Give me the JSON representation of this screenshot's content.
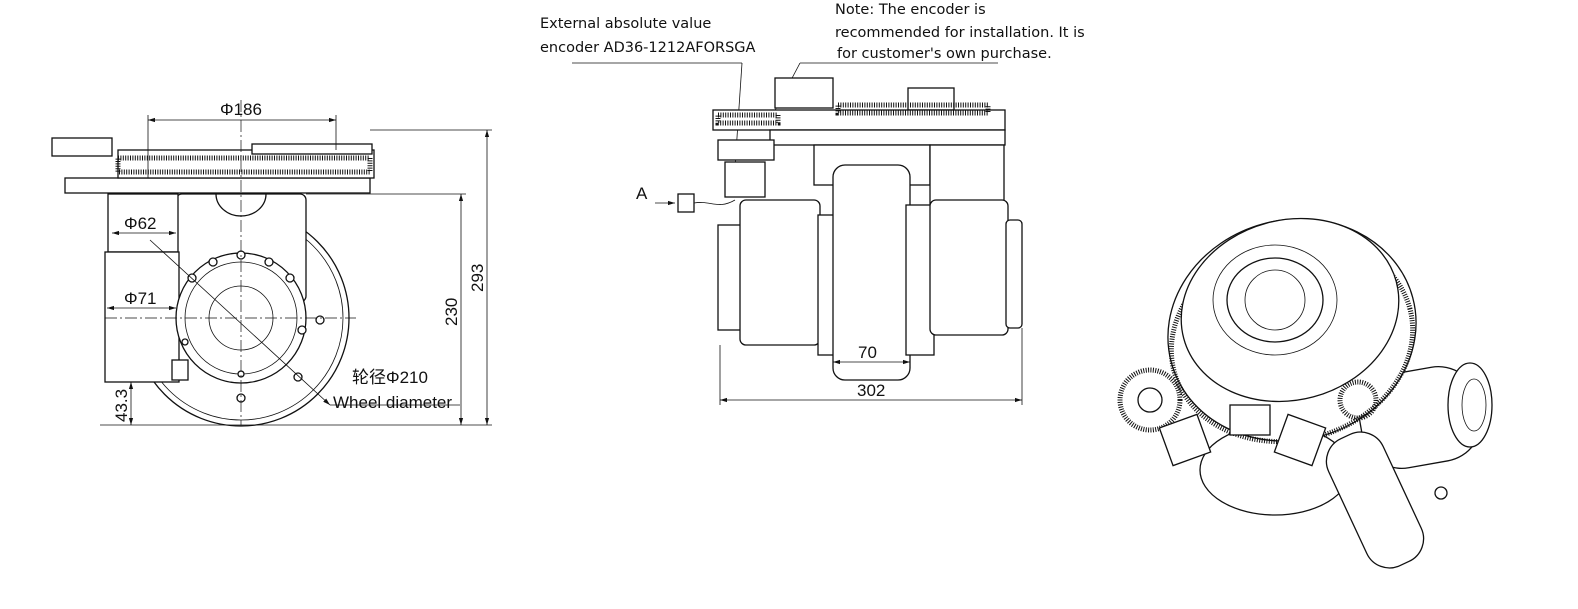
{
  "front_view": {
    "dims": {
      "top_diameter": "Φ186",
      "motor_inner_diameter": "Φ62",
      "motor_outer_diameter": "Φ71",
      "total_height": "293",
      "axle_height": "230",
      "ground_clearance": "43.3"
    },
    "wheel_label_cn": "轮径Φ210",
    "wheel_label_en": "Wheel diameter"
  },
  "side_view": {
    "encoder_label_line1": "External absolute value",
    "encoder_label_line2": "encoder AD36-1212AFORSGA",
    "note_line1": "Note: The encoder is",
    "note_line2": "recommended for installation. It is",
    "note_line3": "for customer's own purchase.",
    "view_marker": "A",
    "wheel_width": "70",
    "total_width": "302"
  }
}
